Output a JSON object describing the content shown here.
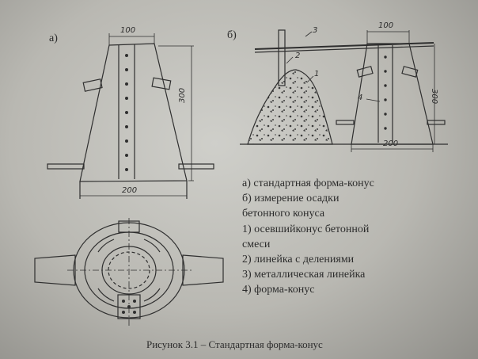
{
  "figure": {
    "label_a": "а)",
    "label_b": "б)",
    "dims": {
      "a_top": "100",
      "a_height": "300",
      "a_bottom": "200",
      "b_top": "100",
      "b_height": "300",
      "b_bottom": "200"
    },
    "callouts": {
      "c1": "1",
      "c2": "2",
      "c3": "3",
      "c4": "4"
    }
  },
  "legend": {
    "lines": [
      "а) стандартная форма-конус",
      "б) измерение осадки",
      "бетонного конуса",
      "1) осевшийконус бетонной",
      "смеси",
      "2) линейка с делениями",
      "3) металлическая линейка",
      "4) форма-конус"
    ]
  },
  "caption": "Рисунок 3.1 – Стандартная форма-конус",
  "colors": {
    "ink": "#2c2c2c",
    "paper": "#c4c3bd"
  }
}
